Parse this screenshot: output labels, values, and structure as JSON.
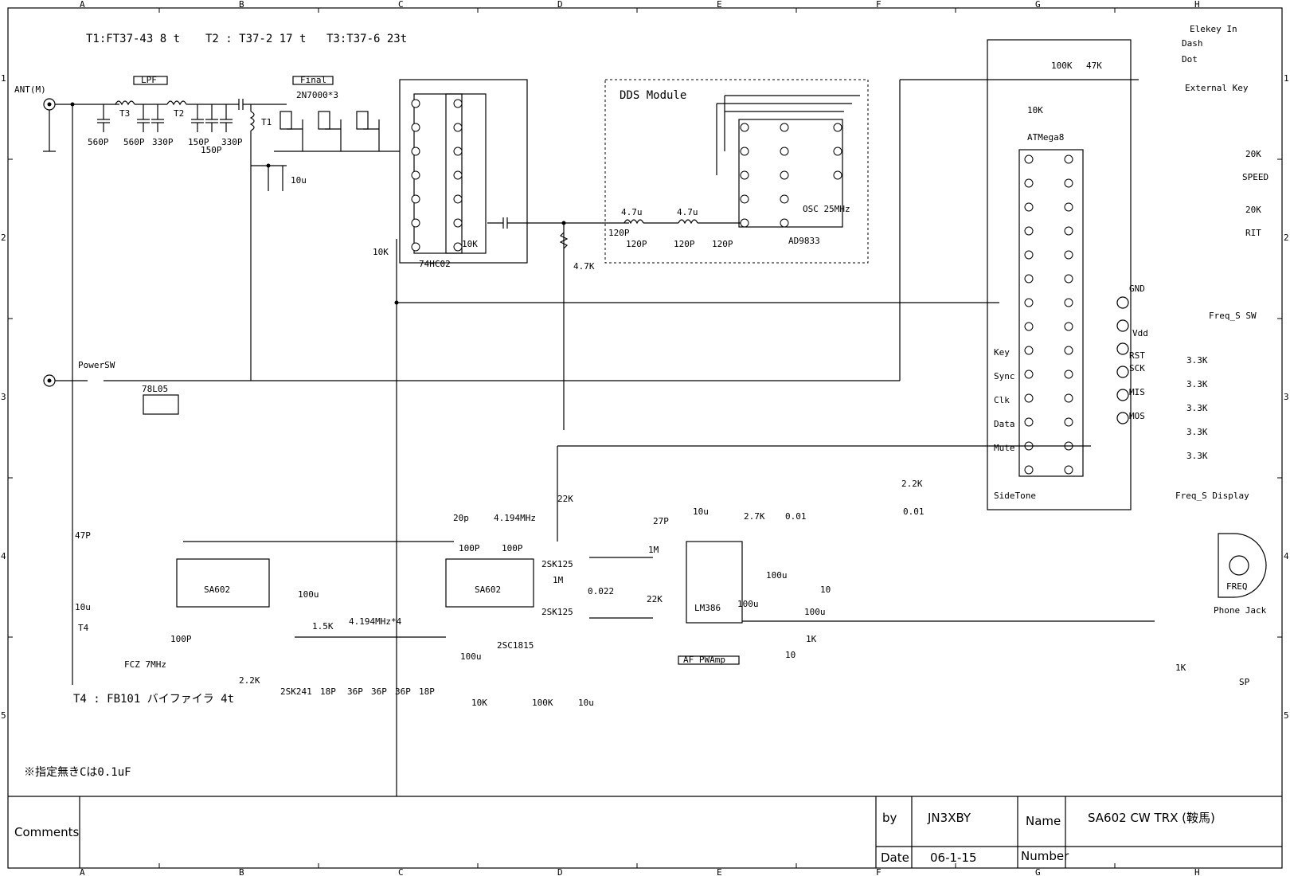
{
  "sheet": {
    "columns": [
      "A",
      "B",
      "C",
      "D",
      "E",
      "F",
      "G",
      "H"
    ],
    "rows": [
      "1",
      "2",
      "3",
      "4",
      "5"
    ]
  },
  "notes": {
    "transformers": [
      "T1:FT37-43  8 t",
      "T2 : T37-2  17 t",
      "T3:T37-6  23t"
    ],
    "t4": "T4 : FB101 バイファイラ 4t",
    "cap_default": "※指定無きCは0.1uF"
  },
  "blocks": {
    "lpf": "LPF",
    "final": "Final",
    "dds_module": "DDS Module",
    "af_pwamp": "AF PWAmp"
  },
  "parts": {
    "mosfets": "2N7000*3",
    "ant": "ANT(M)",
    "power_sw": "PowerSW",
    "reg": "78L05",
    "logic": "74HC02",
    "dds": "AD9833",
    "osc": "OSC 25MHz",
    "mcu": "ATMega8",
    "mixer1": "SA602",
    "mixer2": "SA602",
    "amp": "LM386",
    "fet_a": "2SK125",
    "fet_b": "2SK125",
    "fet_c": "2SK241",
    "bjt": "2SC1815",
    "coil": "FCZ 7MHz",
    "t1": "T1",
    "t2": "T2",
    "t3": "T3",
    "t4_label": "T4",
    "xtal_filter": "4.194MHz*4",
    "xtal_bfo": "4.194MHz"
  },
  "values": {
    "c560a": "560P",
    "c560b": "560P",
    "c330a": "330P",
    "c150a": "150P",
    "c150b": "150P",
    "c330b": "330P",
    "c10u": "10u",
    "r10k_a": "10K",
    "r10k_b": "10K",
    "r47k": "4.7K",
    "l47a": "4.7u",
    "l47b": "4.7u",
    "c120a": "120P",
    "c120b": "120P",
    "c120c": "120P",
    "c120d": "120P",
    "r100k": "100K",
    "r47ka": "47K",
    "r10k_c": "10K",
    "c47p": "47P",
    "l10u": "10u",
    "c100p_a": "100P",
    "r22k_a": "2.2K",
    "l100u": "100u",
    "r15k": "1.5K",
    "c18p_a": "18P",
    "c36p_a": "36P",
    "c36p_b": "36P",
    "c36p_c": "36P",
    "c18p_b": "18P",
    "c20p": "20p",
    "c100p_b": "100P",
    "c100p_c": "100P",
    "l100u_b": "100u",
    "r100k_b": "100K",
    "c10u_b": "10u",
    "r22k_b": "22K",
    "r1m_a": "1M",
    "c0022": "0.022",
    "c27p": "27P",
    "r1m_b": "1M",
    "r22k_c": "22K",
    "c10u_c": "10u",
    "r27k": "2.7K",
    "c001a": "0.01",
    "c100u_a": "100u",
    "c100u_b": "100u",
    "r10": "10",
    "r10b": "10",
    "c100u_c": "100u",
    "r1k": "1K",
    "r22k_d": "2.2K",
    "c001b": "0.01",
    "r33k": [
      "3.3K",
      "3.3K",
      "3.3K",
      "3.3K",
      "3.3K"
    ],
    "r20k_a": "20K",
    "r20k_b": "20K",
    "r1k_vol": "1K",
    "r4_7k": "4.7K"
  },
  "mcu_pins_left": [
    "Key",
    "Sync",
    "Clk",
    "Data",
    "Mute",
    "SideTone"
  ],
  "connectors": {
    "elekey": "Elekey In",
    "dash": "Dash",
    "dot": "Dot",
    "ext_key": "External Key",
    "speed": "SPEED",
    "rit": "RIT",
    "freq_sw": "Freq_S SW",
    "gnd": "GND",
    "vdd": "Vdd",
    "rst": "RST",
    "sck": "SCK",
    "mis": "MIS",
    "mos": "MOS",
    "freq_display": "Freq_S Display",
    "freq": "FREQ",
    "phone": "Phone Jack",
    "sp": "SP"
  },
  "title_block": {
    "comments_label": "Comments",
    "by_label": "by",
    "by_value": "JN3XBY",
    "name_label": "Name",
    "name_value": "SA602 CW TRX (鞍馬)",
    "date_label": "Date",
    "date_value": "06-1-15",
    "number_label": "Number"
  }
}
